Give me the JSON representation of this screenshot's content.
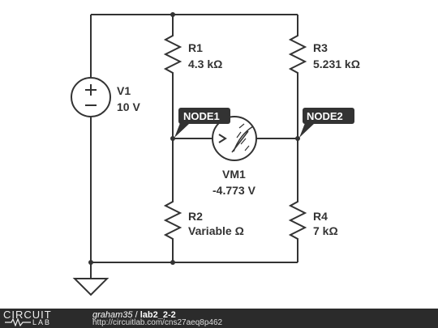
{
  "components": {
    "v1": {
      "name": "V1",
      "value": "10 V"
    },
    "r1": {
      "name": "R1",
      "value": "4.3 kΩ"
    },
    "r2": {
      "name": "R2",
      "value": "Variable Ω"
    },
    "r3": {
      "name": "R3",
      "value": "5.231 kΩ"
    },
    "r4": {
      "name": "R4",
      "value": "7 kΩ"
    },
    "vm1": {
      "name": "VM1",
      "value": "-4.773 V"
    }
  },
  "nodes": {
    "node1": "NODE1",
    "node2": "NODE2"
  },
  "footer": {
    "logo_top": "CIRCUIT",
    "logo_bottom": "LAB",
    "user": "graham35",
    "separator": " / ",
    "project": "lab2_2-2",
    "url": "http://circuitlab.com/cns27aeq8p462"
  },
  "colors": {
    "wire": "#333333",
    "footer_bg": "#2b2b2b",
    "tag_bg": "#333333"
  }
}
